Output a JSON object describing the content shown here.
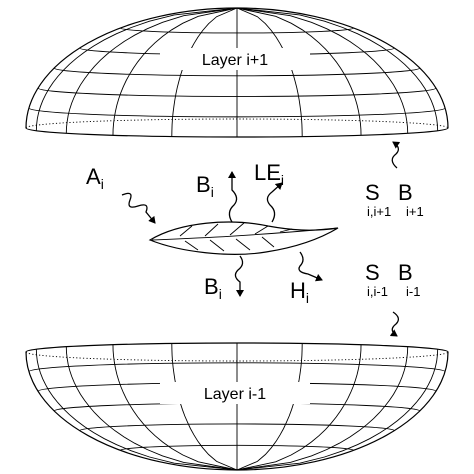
{
  "upper_layer": {
    "label": "Layer  i+1"
  },
  "lower_layer": {
    "label": "Layer  i-1"
  },
  "fluxes": {
    "A": {
      "main": "A",
      "sub": "i"
    },
    "B_up": {
      "main": "B",
      "sub": "i"
    },
    "LE": {
      "main": "LE",
      "sub": "i"
    },
    "B_down": {
      "main": "B",
      "sub": "i"
    },
    "H": {
      "main": "H",
      "sub": "i"
    }
  },
  "exchange": {
    "upper": {
      "S": "S",
      "S_sub": "i,i+1",
      "B": "B",
      "B_sub": "i+1"
    },
    "lower": {
      "S": "S",
      "S_sub": "i,i-1",
      "B": "B",
      "B_sub": "i-1"
    }
  }
}
